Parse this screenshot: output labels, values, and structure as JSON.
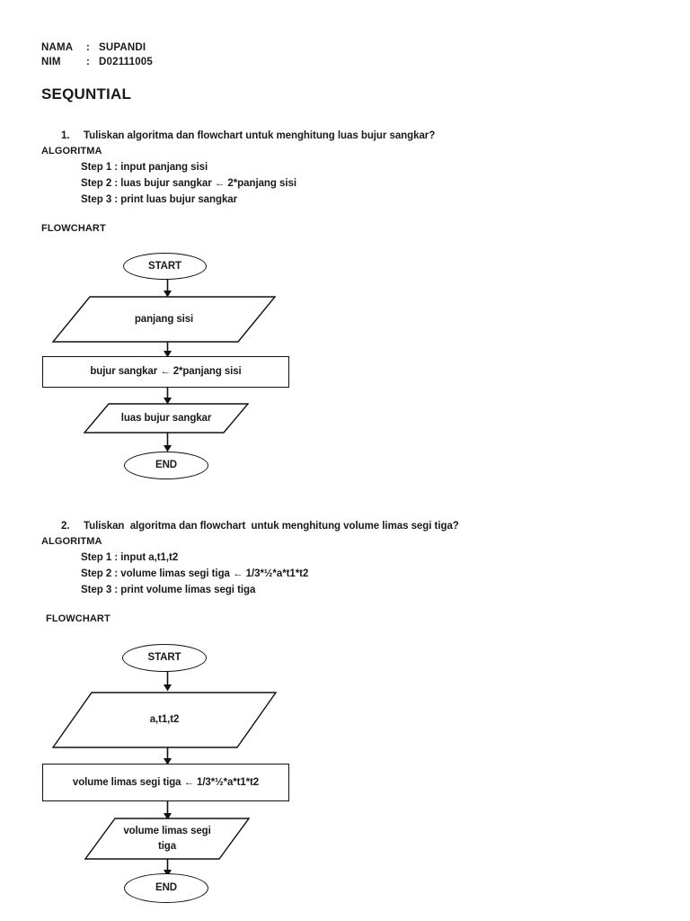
{
  "document": {
    "header": {
      "name_label": "NAMA",
      "name_sep": ":",
      "name_value": "SUPANDI",
      "nim_label": "NIM",
      "nim_sep": ":",
      "nim_value": "D02111005"
    },
    "title": "SEQUNTIAL"
  },
  "questions": [
    {
      "number": "1.",
      "text": "Tuliskan algoritma dan flowchart untuk menghitung luas bujur sangkar?",
      "algoritma_label": "ALGORITMA",
      "steps": [
        "Step 1 : input panjang sisi",
        "Step 2 : luas bujur sangkar ← 2*panjang sisi",
        "Step 3 : print luas bujur sangkar"
      ],
      "flowchart_label": "FLOWCHART",
      "flowchart": {
        "start": "START",
        "input": "panjang sisi",
        "process": "bujur sangkar ← 2*panjang sisi",
        "output": "luas bujur sangkar",
        "end": "END"
      }
    },
    {
      "number": "2.",
      "text": "Tuliskan  algoritma dan flowchart  untuk menghitung volume limas segi tiga?",
      "algoritma_label": "ALGORITMA",
      "steps": [
        "Step 1 : input a,t1,t2",
        "Step 2 : volume limas segi tiga ← 1/3*½*a*t1*t2",
        "Step 3 : print volume limas segi tiga"
      ],
      "flowchart_label": "FLOWCHART",
      "flowchart": {
        "start": "START",
        "input": "a,t1,t2",
        "process": "volume limas segi tiga ← 1/3*½*a*t1*t2",
        "output": "volume limas segi\ntiga",
        "end": "END"
      }
    }
  ],
  "colors": {
    "text": "#1a1a1a",
    "stroke": "#111111",
    "page_background": "#ffffff"
  }
}
